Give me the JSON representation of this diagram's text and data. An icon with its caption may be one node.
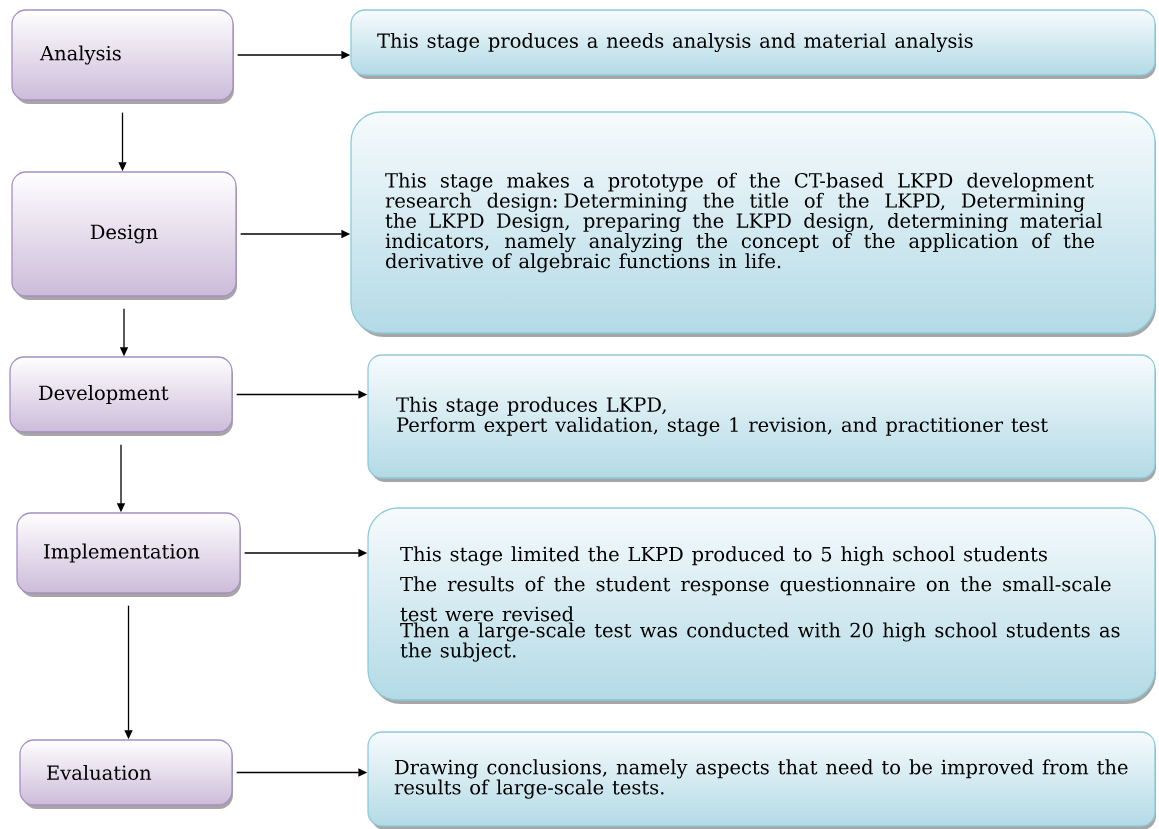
{
  "diagram": {
    "nodes": [
      {
        "text": [
          "Analysis"
        ]
      },
      {
        "text": [
          "This stage produces a needs analysis and material analysis"
        ]
      },
      {
        "text": [
          "Design"
        ]
      },
      {
        "text": [
          "This stage makes a prototype of the CT-based LKPD development research design: Determining the title of the LKPD, Determining the LKPD Design, preparing the LKPD design, determining material indicators, namely analyzing the concept of the application of the derivative of algebraic functions in life."
        ]
      },
      {
        "text": [
          "Development"
        ]
      },
      {
        "text": [
          "This stage produces LKPD,",
          "Perform expert validation, stage 1 revision, and practitioner test"
        ]
      },
      {
        "text": [
          "Implementation"
        ]
      },
      {
        "text": [
          "This stage limited the LKPD produced to 5 high school students",
          "The results of the student response questionnaire on the small-scale test were revised",
          "Then a large-scale test was conducted with 20 high school students as the subject."
        ]
      },
      {
        "text": [
          "Evaluation"
        ]
      },
      {
        "text": [
          "Drawing conclusions, namely aspects that need to be improved from the results of large-scale tests."
        ]
      }
    ],
    "edges": [
      {
        "from": 0,
        "to": 1,
        "arrow": "to"
      },
      {
        "from": 0,
        "to": 2,
        "arrow": "to"
      },
      {
        "from": 2,
        "to": 3,
        "arrow": "to"
      },
      {
        "from": 2,
        "to": 4,
        "arrow": "to"
      },
      {
        "from": 4,
        "to": 5,
        "arrow": "to"
      },
      {
        "from": 4,
        "to": 6,
        "arrow": "to"
      },
      {
        "from": 6,
        "to": 7,
        "arrow": "to"
      },
      {
        "from": 6,
        "to": 8,
        "arrow": "to"
      },
      {
        "from": 8,
        "to": 9,
        "arrow": "to"
      }
    ]
  }
}
